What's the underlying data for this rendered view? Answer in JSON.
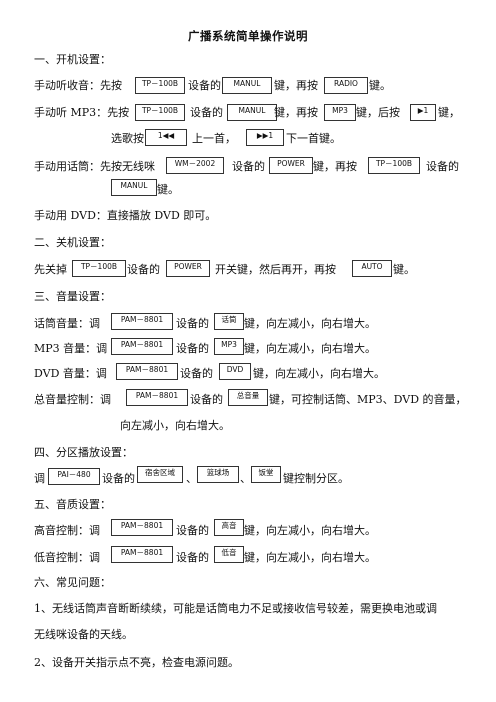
{
  "title": "广播系统简单操作说明",
  "sections": {
    "power_on": {
      "heading": "一、开机设置：",
      "radio": {
        "a": "手动听收音：先按",
        "b": "设备的",
        "c": "键，再按",
        "d": "键。"
      },
      "mp3": {
        "a": "手动听  MP3：先按",
        "b": "设备的",
        "c": "键，再按",
        "d": "键，后按",
        "e": "键，",
        "f": "选歌按",
        "g": "上一首，",
        "h": "下一首键。"
      },
      "mic": {
        "a": "手动用话筒：先按无线咪",
        "b": "设备的",
        "c": "键，再按",
        "d": "设备的",
        "e": "键。"
      },
      "dvd": "手动用 DVD：直接播放 DVD 即可。"
    },
    "power_off": {
      "heading": "二、关机设置：",
      "line": {
        "a": "先关掉",
        "b": "设备的",
        "c": "开关键，然后再开，再按",
        "d": "键。"
      }
    },
    "volume": {
      "heading": "三、音量设置：",
      "mic": {
        "a": "话筒音量：调",
        "b": "设备的",
        "c": "键，向左减小，向右增大。"
      },
      "mp3": {
        "a": "MP3 音量：调",
        "b": "设备的",
        "c": "键，向左减小，向右增大。"
      },
      "dvd": {
        "a": "DVD 音量：调",
        "b": "设备的",
        "c": "键，向左减小，向右增大。"
      },
      "master": {
        "a": "总音量控制：调",
        "b": "设备的",
        "c": "键，可控制话筒、MP3、DVD 的音量，",
        "d": "向左减小，向右增大。"
      }
    },
    "zone": {
      "heading": "四、分区播放设置：",
      "line": {
        "a": "调",
        "b": "设备的",
        "sep1": "、",
        "sep2": "、",
        "c": "键控制分区。"
      }
    },
    "tone": {
      "heading": "五、音质设置：",
      "treble": {
        "a": "高音控制：调",
        "b": "设备的",
        "c": "键，向左减小，向右增大。"
      },
      "bass": {
        "a": "低音控制：调",
        "b": "设备的",
        "c": "键，向左减小，向右增大。"
      }
    },
    "faq": {
      "heading": "六、常见问题：",
      "q1a": "1、无线话筒声音断断续续，可能是话筒电力不足或接收信号较差，需更换电池或调",
      "q1b": "无线咪设备的天线。",
      "q2": "2、设备开关指示点不亮，检查电源问题。"
    }
  },
  "keys": {
    "tp100b": "TP－100B",
    "manul": "MANUL",
    "radio": "RADIO",
    "mp3": "MP3",
    "play": "▶1",
    "prev": "1◀◀",
    "next": "▶▶1",
    "wm2002": "WM－2002",
    "power": "POWER",
    "auto": "AUTO",
    "pam8801": "PAM－8801",
    "huatong": "话筒",
    "dvd": "DVD",
    "zongyinliang": "总音量",
    "pai480": "PAI－480",
    "sushe": "宿舍区域",
    "lanqiu": "篮球场",
    "fantang": "饭堂",
    "gaoyin": "高音",
    "diyin": "低音"
  }
}
